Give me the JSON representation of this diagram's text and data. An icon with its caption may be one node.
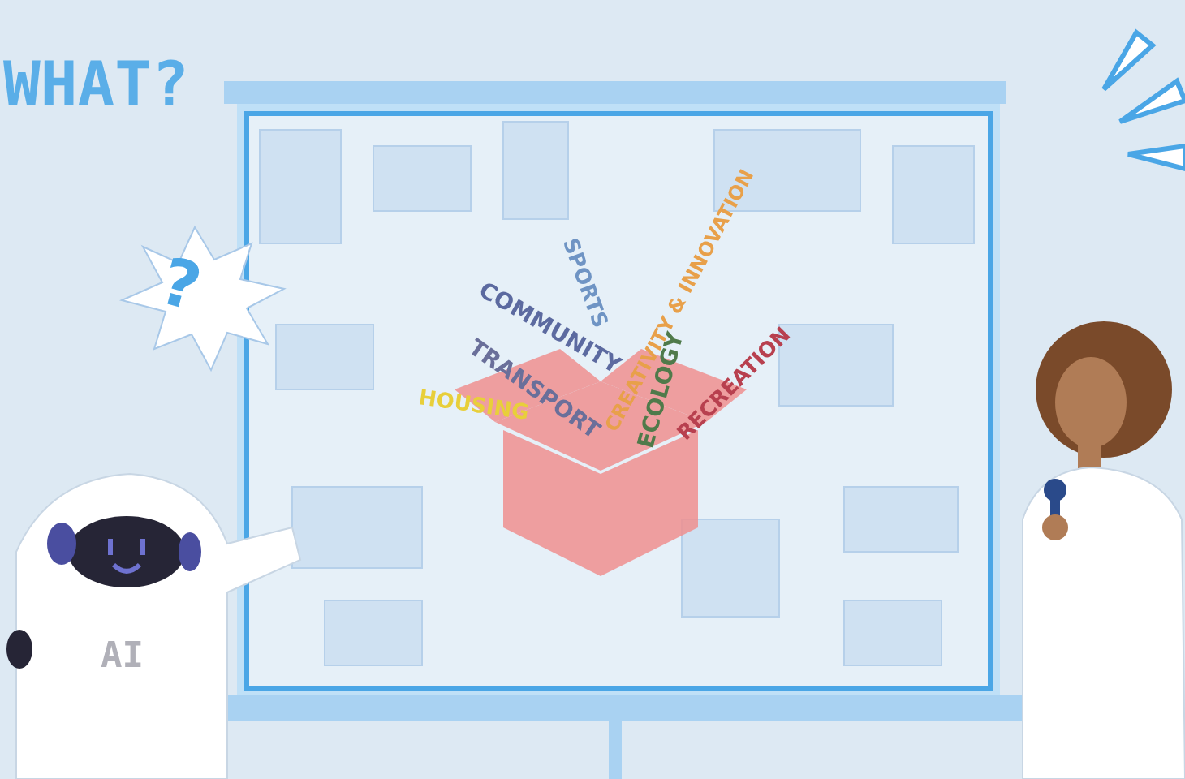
{
  "diagram": {
    "labels": [
      "WHAT?",
      "?",
      "SPORTS",
      "COMMUNITY",
      "CREATIVITY & INNOVATION",
      "TRANSPORT",
      "HOUSING",
      "ECOLOGY",
      "RECREATION",
      "AI"
    ]
  }
}
